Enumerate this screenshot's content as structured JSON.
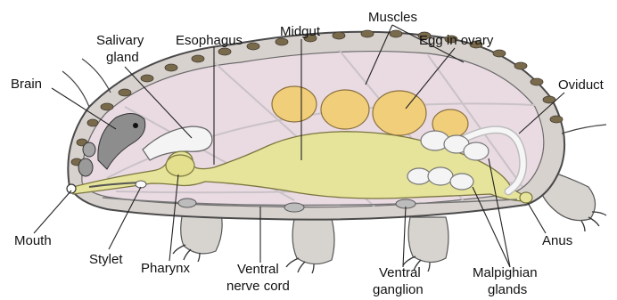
{
  "labels": {
    "brain": "Brain",
    "salivary_gland": [
      "Salivary",
      "gland"
    ],
    "esophagus": "Esophagus",
    "midgut": "Midgut",
    "muscles": "Muscles",
    "egg_in_ovary": "Egg in ovary",
    "oviduct": "Oviduct",
    "mouth": "Mouth",
    "stylet": "Stylet",
    "pharynx": "Pharynx",
    "ventral_nerve_cord": [
      "Ventral",
      "nerve cord"
    ],
    "ventral_ganglion": [
      "Ventral",
      "ganglion"
    ],
    "malpighian_glands": [
      "Malpighian",
      "glands"
    ],
    "anus": "Anus"
  },
  "colors": {
    "body_outline": "#4a4a4a",
    "cuticle_ridges": "#7a6a4c",
    "body_cavity": "#eadbe3",
    "gut": "#e6e39a",
    "egg": "#f1cf7a",
    "gland": "#f4f4f4",
    "leg": "#d7d4d0",
    "brain_mass": "#8d8d8d"
  }
}
